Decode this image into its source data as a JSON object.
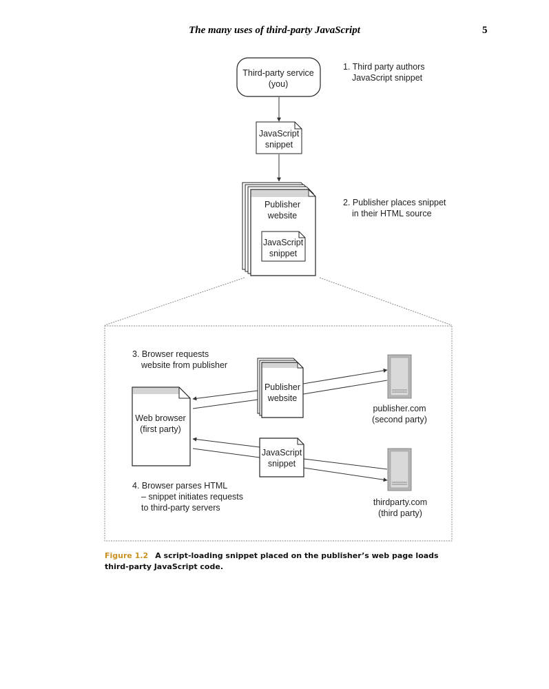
{
  "header": {
    "running_title": "The many uses of third-party JavaScript",
    "page_number": "5"
  },
  "diagram": {
    "third_party_service": [
      "Third-party service",
      "(you)"
    ],
    "snippet_top": [
      "JavaScript",
      "snippet"
    ],
    "publisher_website": [
      "Publisher",
      "website"
    ],
    "snippet_inner": [
      "JavaScript",
      "snippet"
    ],
    "step1": [
      "1. Third party authors",
      "JavaScript snippet"
    ],
    "step2": [
      "2. Publisher places snippet",
      "in their HTML source"
    ],
    "step3": [
      "3. Browser requests",
      "website from publisher"
    ],
    "web_browser": [
      "Web browser",
      "(first party)"
    ],
    "publisher_website_zoom": [
      "Publisher",
      "website"
    ],
    "snippet_zoom": [
      "JavaScript",
      "snippet"
    ],
    "publisher_server": [
      "publisher.com",
      "(second party)"
    ],
    "thirdparty_server": [
      "thirdparty.com",
      "(third party)"
    ],
    "step4": [
      "4. Browser parses HTML",
      "– snippet initiates requests",
      "to third-party servers"
    ]
  },
  "caption": {
    "label": "Figure 1.2",
    "text": "A script-loading snippet placed on the publisher’s web page loads third-party JavaScript code."
  }
}
